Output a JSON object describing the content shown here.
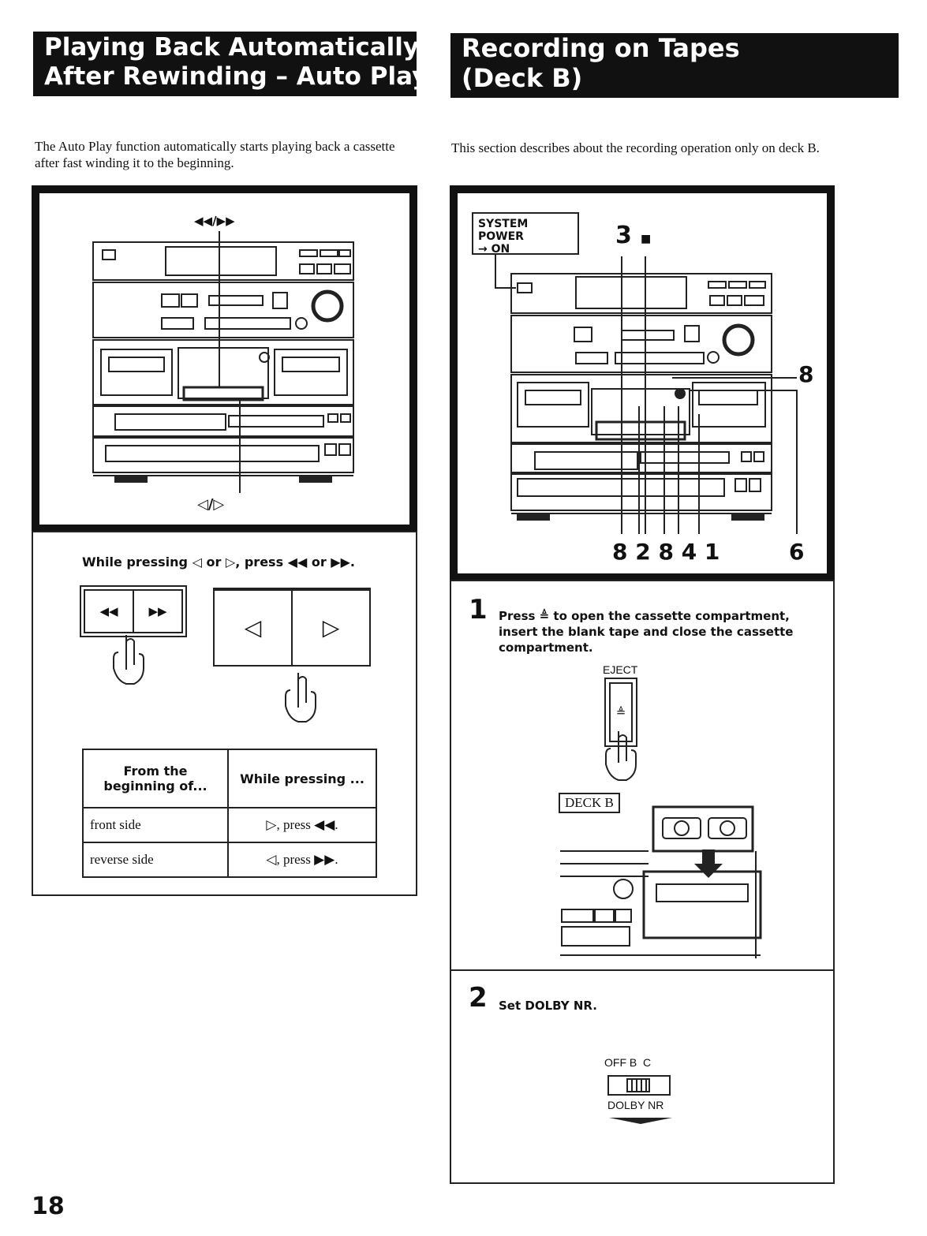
{
  "left": {
    "title_line1": "Playing Back Automatically",
    "title_line2": "After Rewinding – Auto Play",
    "intro": "The Auto Play function automatically starts playing back a cassette after fast winding it to the beginning.",
    "label_top": "◀◀/▶▶",
    "label_bottom": "◁/▷",
    "instruction": "While pressing ◁ or ▷, press ◀◀ or ▶▶.",
    "btn_rew": "◀◀",
    "btn_ff": "▶▶",
    "btn_left": "◁",
    "btn_right": "▷",
    "table": {
      "header1": "From the beginning of...",
      "header2": "While pressing ...",
      "rows": [
        {
          "side": "front side",
          "action": "▷, press ◀◀."
        },
        {
          "side": "reverse side",
          "action": "◁, press ▶▶."
        }
      ]
    }
  },
  "right": {
    "title_line1": "Recording on Tapes",
    "title_line2": "(Deck B)",
    "intro": "This section describes about the recording operation only on deck B.",
    "system_power": "SYSTEM POWER",
    "system_on": "→ ON",
    "callout_3": "3",
    "callout_stop": "■",
    "callout_8_right": "8",
    "callouts_bottom": "8 2 8 4 1",
    "callout_6": "6",
    "step1_num": "1",
    "step1_text": "Press ≜ to open the cassette compartment, insert the blank tape and close the cassette compartment.",
    "eject_label": "EJECT",
    "eject_symbol": "≜",
    "deck_label": "DECK B",
    "step2_num": "2",
    "step2_text": "Set DOLBY NR.",
    "dolby_positions": "OFF B  C",
    "dolby_label": "DOLBY NR"
  },
  "page_number": "18"
}
